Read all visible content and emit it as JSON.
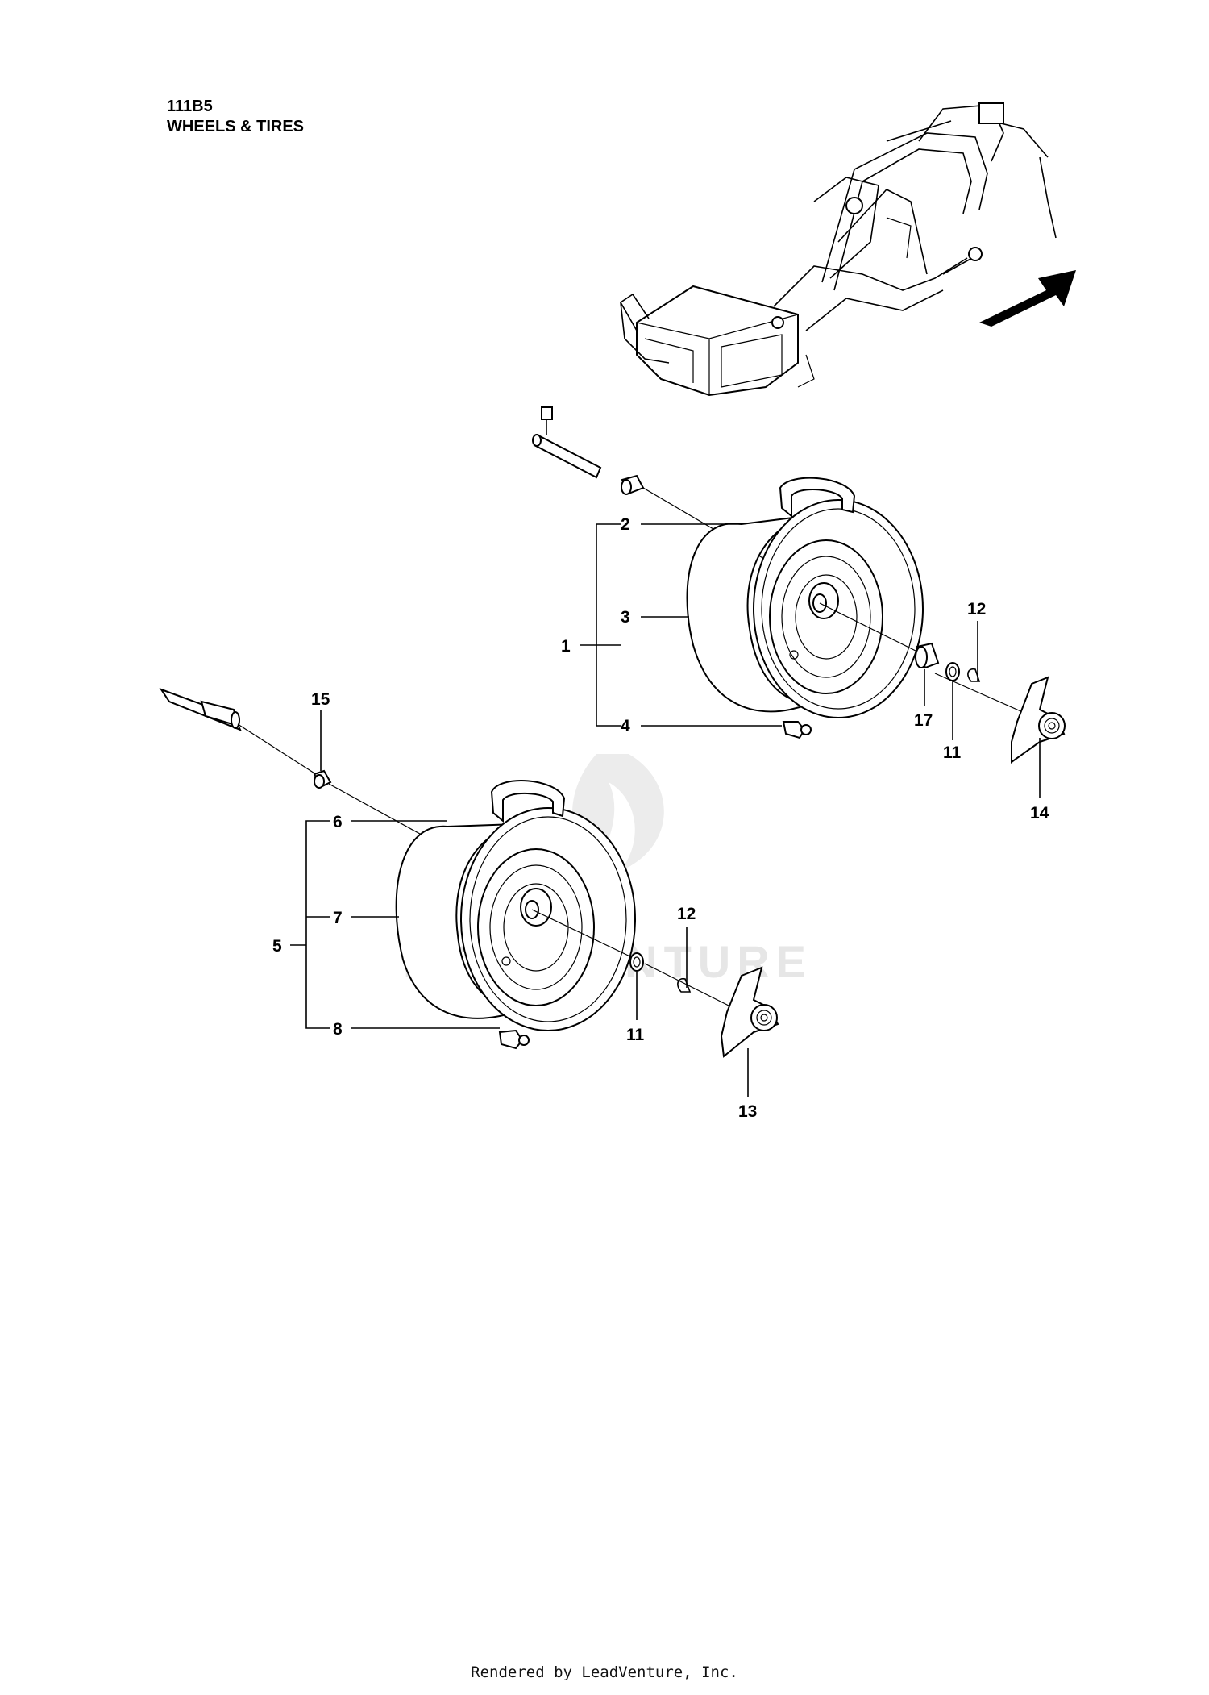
{
  "header": {
    "code": "111B5",
    "title": "WHEELS & TIRES"
  },
  "watermark": "LEADVENTURE",
  "footer": "Rendered by LeadVenture, Inc.",
  "callouts": {
    "c1": "1",
    "c2": "2",
    "c3": "3",
    "c4": "4",
    "c5": "5",
    "c6": "6",
    "c7": "7",
    "c8": "8",
    "c11a": "11",
    "c11b": "11",
    "c12a": "12",
    "c12b": "12",
    "c13": "13",
    "c14": "14",
    "c15": "15",
    "c17": "17"
  },
  "icons": {
    "direction_arrow": "arrow-up-right-icon",
    "frame": "tractor-frame-icon"
  }
}
